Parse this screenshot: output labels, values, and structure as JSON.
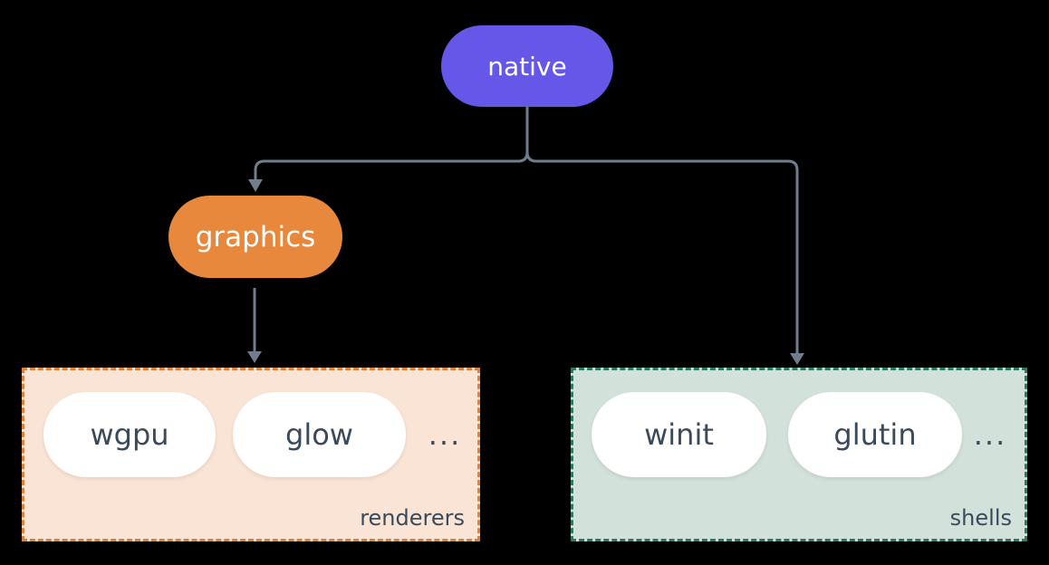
{
  "diagram": {
    "background_color": "#000000",
    "connector_color": "#6f7d8c",
    "nodes": {
      "native": {
        "label": "native",
        "color": "#6558e8",
        "text_color": "#ffffff"
      },
      "graphics": {
        "label": "graphics",
        "color": "#e7883c",
        "text_color": "#ffffff"
      }
    },
    "groups": {
      "renderers": {
        "label": "renderers",
        "fill": "#fae4d6",
        "border_color": "#e0813b",
        "border_style": "dashed",
        "items": [
          {
            "label": "wgpu"
          },
          {
            "label": "glow"
          }
        ],
        "ellipsis": "...",
        "item_fill": "#ffffff",
        "item_text_color": "#3a4a5a"
      },
      "shells": {
        "label": "shells",
        "fill": "#d2e2da",
        "border_color": "#2f7a64",
        "border_style": "dashed",
        "items": [
          {
            "label": "winit"
          },
          {
            "label": "glutin"
          }
        ],
        "ellipsis": "...",
        "item_fill": "#ffffff",
        "item_text_color": "#3a4a5a"
      }
    },
    "edges": [
      {
        "from": "native",
        "to": "graphics"
      },
      {
        "from": "native",
        "to": "shells"
      },
      {
        "from": "graphics",
        "to": "renderers"
      }
    ]
  }
}
